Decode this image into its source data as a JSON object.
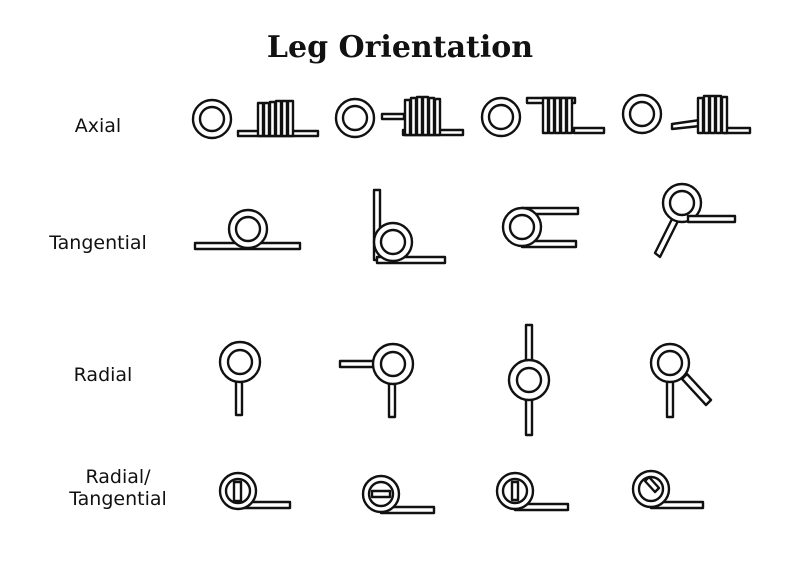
{
  "title": "Leg Orientation",
  "rows": [
    {
      "label": "Axial"
    },
    {
      "label": "Tangential"
    },
    {
      "label": "Radial"
    },
    {
      "label_line1": "Radial/",
      "label_line2": "Tangential"
    }
  ],
  "colors": {
    "stroke": "#111111",
    "background": "#ffffff"
  }
}
